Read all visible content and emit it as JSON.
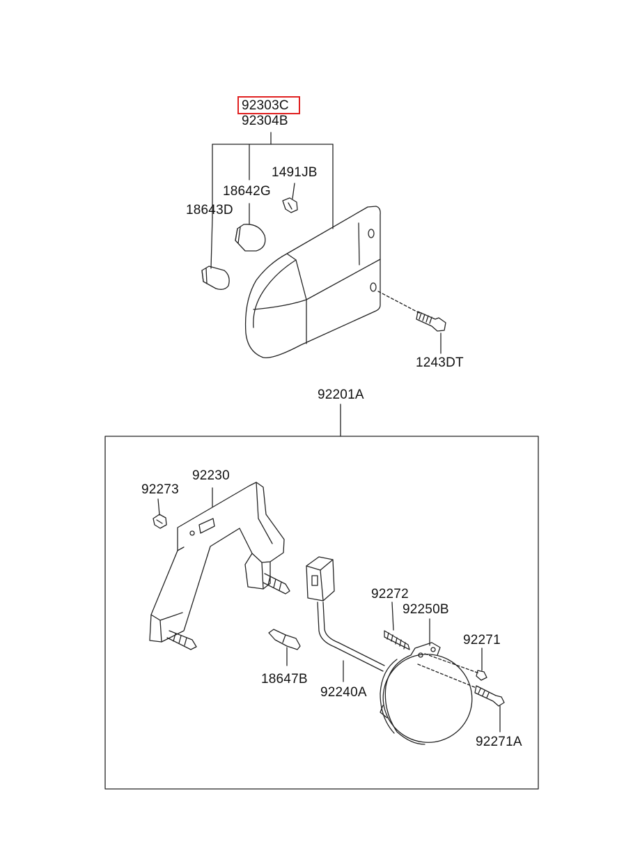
{
  "labels": {
    "p92303C": "92303C",
    "p92304B": "92304B",
    "p1491JB": "1491JB",
    "p18642G": "18642G",
    "p18643D": "18643D",
    "p1243DT": "1243DT",
    "p92201A": "92201A",
    "p92230": "92230",
    "p92273": "92273",
    "p92272": "92272",
    "p92250B": "92250B",
    "p92271": "92271",
    "p18647B": "18647B",
    "p92240A": "92240A",
    "p92271A": "92271A"
  },
  "colors": {
    "line": "#222222",
    "highlight": "#e02020",
    "background": "#ffffff"
  }
}
